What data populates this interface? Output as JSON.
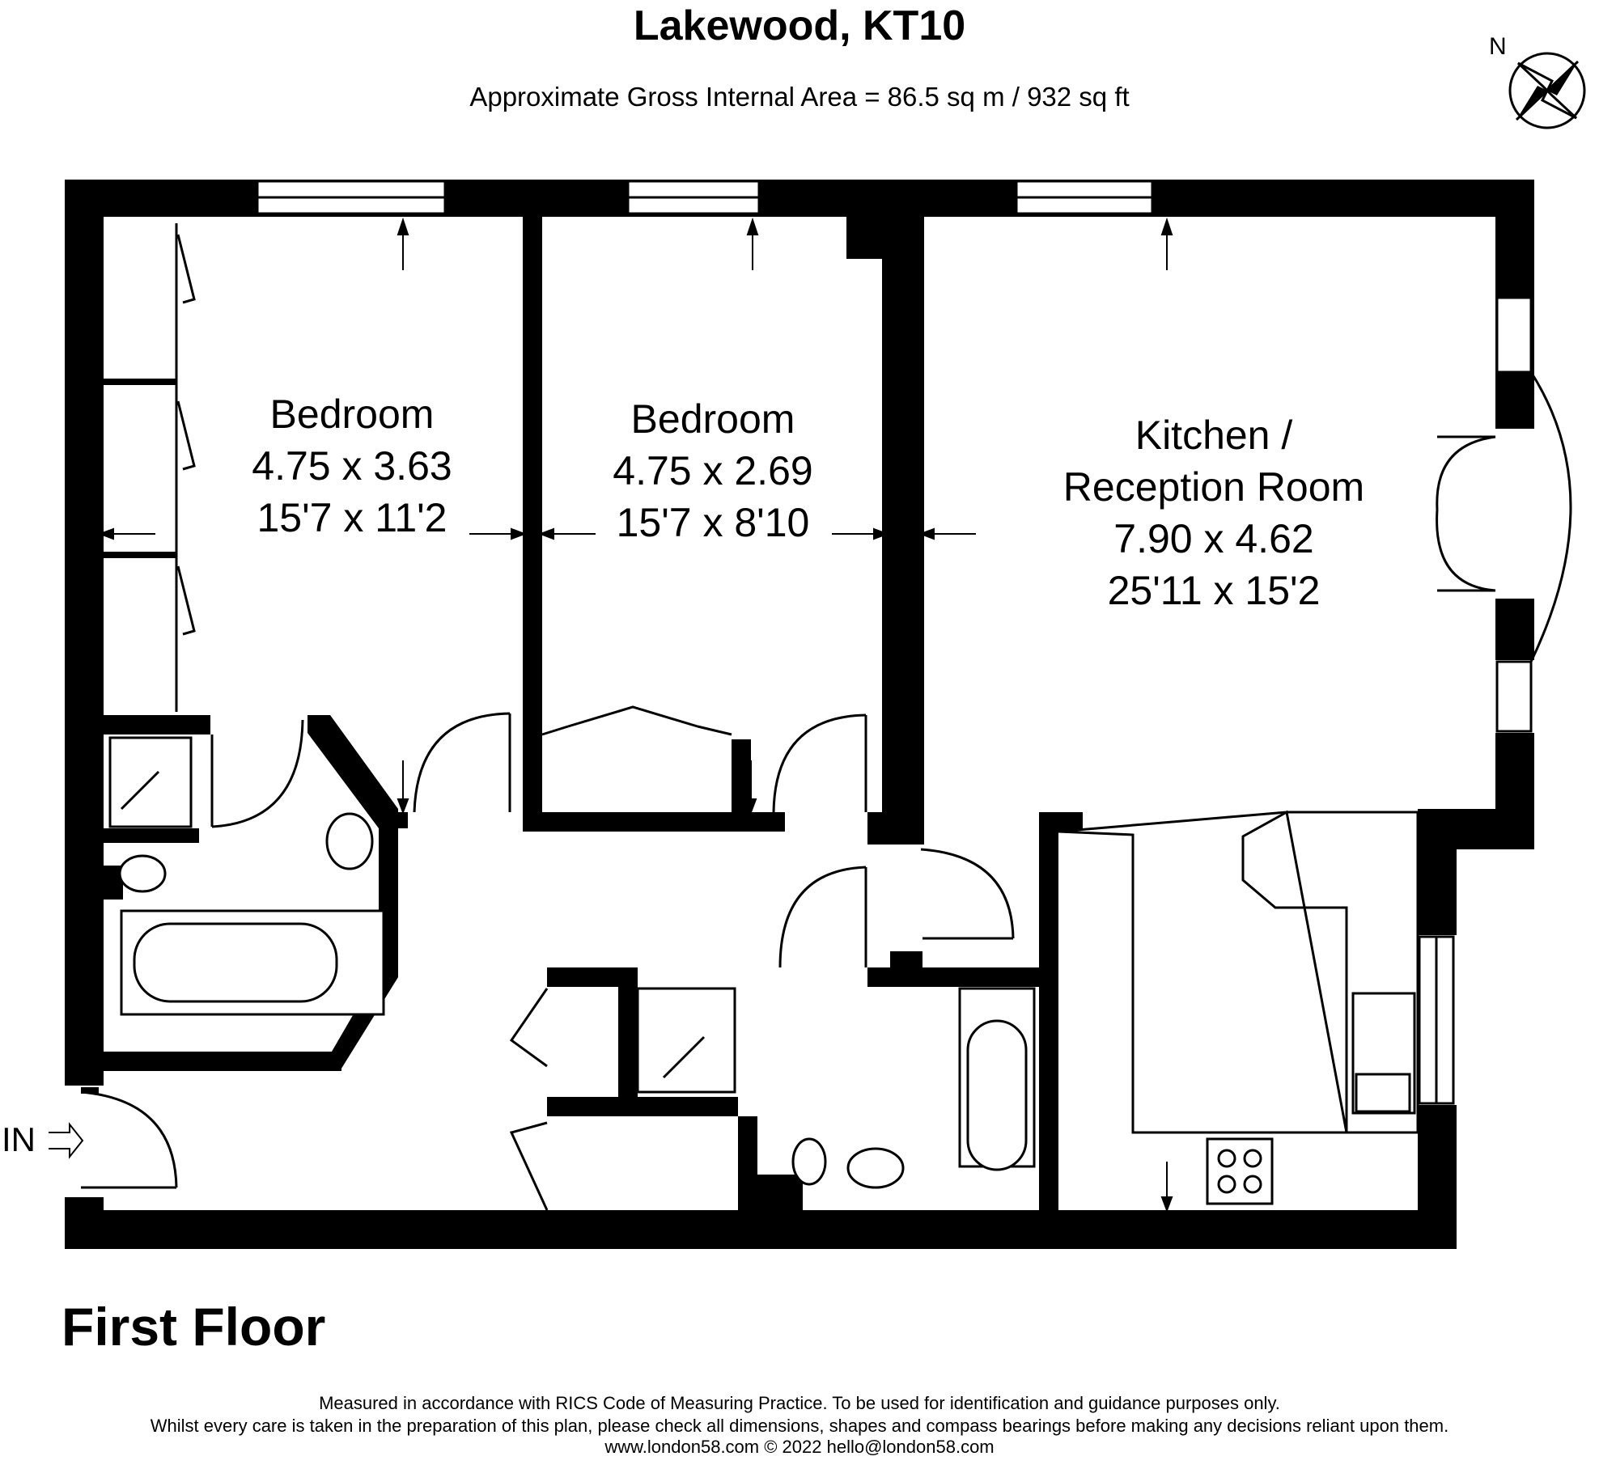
{
  "header": {
    "title": "Lakewood, KT10",
    "area": "Approximate Gross Internal Area = 86.5 sq m / 932 sq ft"
  },
  "compass": {
    "label": "N",
    "icon": "compass-rose-icon"
  },
  "rooms": [
    {
      "name": "Bedroom",
      "metric": "4.75 x 3.63",
      "imperial": "15'7 x 11'2"
    },
    {
      "name": "Bedroom",
      "metric": "4.75 x 2.69",
      "imperial": "15'7 x 8'10"
    },
    {
      "name_line1": "Kitchen /",
      "name_line2": "Reception Room",
      "metric": "7.90 x 4.62",
      "imperial": "25'11 x 15'2"
    }
  ],
  "entrance": {
    "label": "IN",
    "icon": "arrow-right-icon"
  },
  "floor_label": "First Floor",
  "disclaimer": {
    "line1": "Measured in accordance with RICS Code of Measuring Practice. To be used for identification and guidance purposes only.",
    "line2": "Whilst every care is taken in the preparation of this plan, please check all dimensions, shapes and compass bearings before making any decisions reliant upon them.",
    "line3": "www.london58.com © 2022 hello@london58.com"
  },
  "colors": {
    "wall": "#000000",
    "background": "#ffffff"
  }
}
